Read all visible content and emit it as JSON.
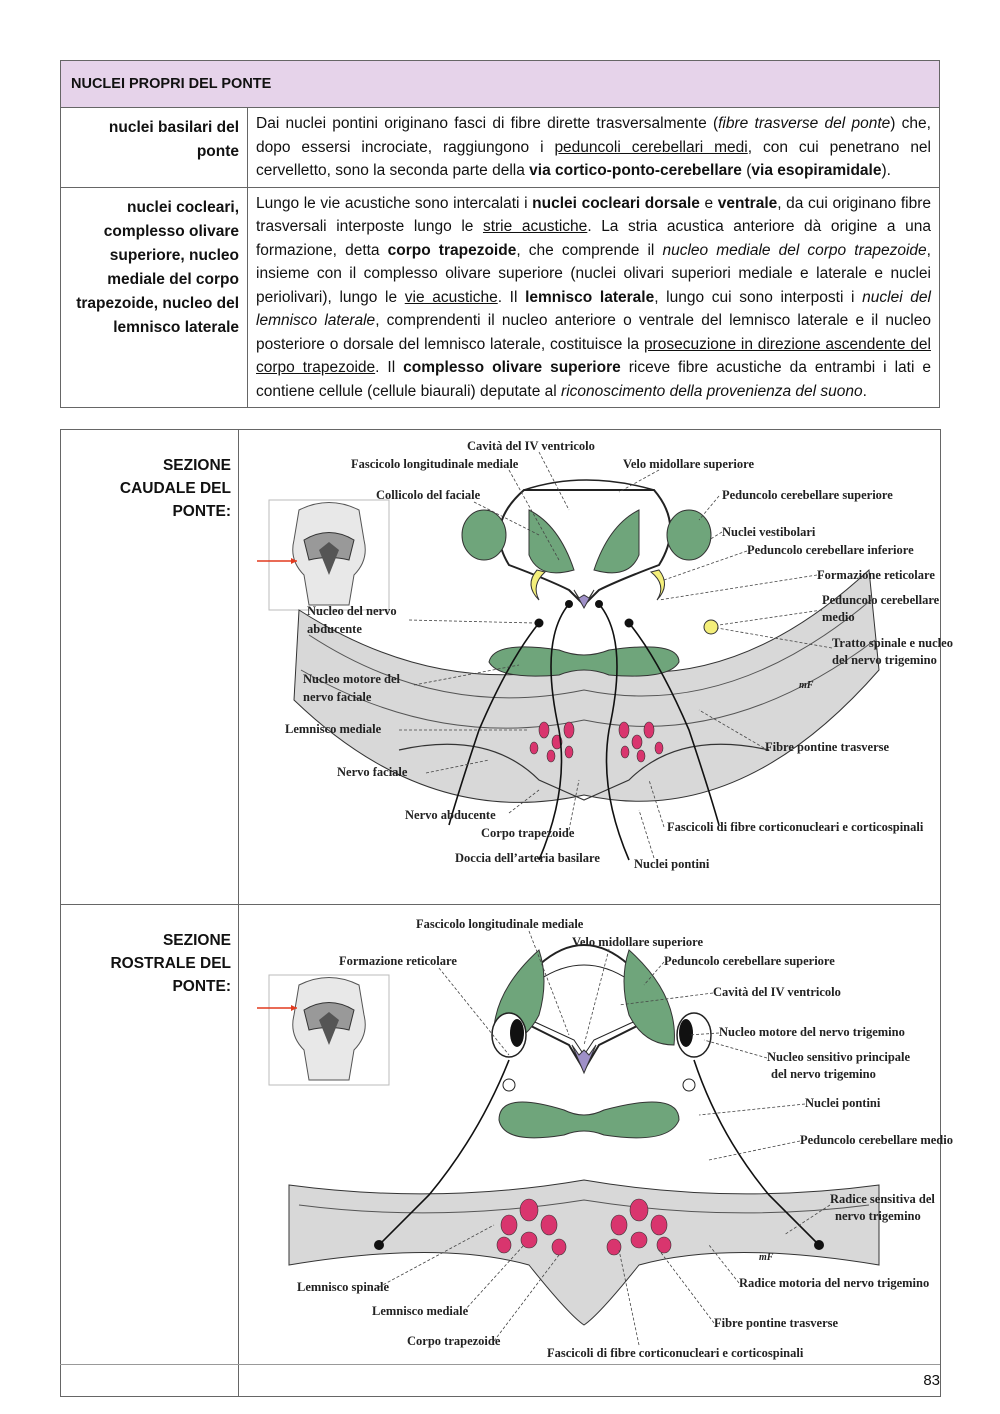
{
  "table": {
    "header": "NUCLEI PROPRI DEL PONTE",
    "rows": [
      {
        "label": "nuclei basilari del ponte",
        "text": [
          {
            "t": "Dai nuclei pontini originano fasci di fibre dirette trasversalmente ("
          },
          {
            "t": "fibre trasverse del ponte",
            "s": "i"
          },
          {
            "t": ") che, dopo essersi incrociate, raggiungono i "
          },
          {
            "t": "peduncoli cerebellari medi",
            "s": "u"
          },
          {
            "t": ", con cui penetrano nel cervelletto, sono la seconda parte della "
          },
          {
            "t": "via cortico-ponto-cerebellare",
            "s": "b"
          },
          {
            "t": " ("
          },
          {
            "t": "via esopiramidale",
            "s": "b"
          },
          {
            "t": ")."
          }
        ]
      },
      {
        "label": "nuclei cocleari, complesso olivare superiore, nucleo mediale del corpo trapezoide, nucleo del lemnisco laterale",
        "text": [
          {
            "t": "Lungo le vie acustiche sono intercalati i "
          },
          {
            "t": "nuclei cocleari dorsale",
            "s": "b"
          },
          {
            "t": " e "
          },
          {
            "t": "ventrale",
            "s": "b"
          },
          {
            "t": ", da cui originano fibre trasversali interposte lungo le "
          },
          {
            "t": "strie acustiche",
            "s": "u"
          },
          {
            "t": ". La stria acustica anteriore dà origine a una formazione, detta "
          },
          {
            "t": "corpo trapezoide",
            "s": "b"
          },
          {
            "t": ", che comprende il "
          },
          {
            "t": "nucleo mediale del corpo trapezoide",
            "s": "i"
          },
          {
            "t": ", insieme con il complesso olivare superiore (nuclei olivari superiori mediale e laterale e nuclei periolivari), lungo le "
          },
          {
            "t": "vie acustiche",
            "s": "u"
          },
          {
            "t": ". Il "
          },
          {
            "t": "lemnisco laterale",
            "s": "b"
          },
          {
            "t": ", lungo cui sono interposti i "
          },
          {
            "t": "nuclei del lemnisco laterale",
            "s": "i"
          },
          {
            "t": ", comprendenti il nucleo anteriore o ventrale del lemnisco laterale e il nucleo posteriore o dorsale del lemnisco laterale, costituisce la "
          },
          {
            "t": "prosecuzione in direzione ascendente del corpo trapezoide",
            "s": "u"
          },
          {
            "t": ". Il "
          },
          {
            "t": "complesso olivare superiore",
            "s": "b"
          },
          {
            "t": " riceve fibre acustiche da entrambi i lati e contiene cellule (cellule biaurali) deputate al "
          },
          {
            "t": "riconoscimento della provenienza del suono",
            "s": "i"
          },
          {
            "t": "."
          }
        ]
      }
    ]
  },
  "figures": {
    "caudal": {
      "title": "SEZIONE CAUDALE DEL PONTE:",
      "labels": {
        "cavita": "Cavità del IV ventricolo",
        "flm": "Fascicolo longitudinale mediale",
        "velo": "Velo midollare superiore",
        "collicolo": "Collicolo del faciale",
        "ped_sup": "Peduncolo cerebellare superiore",
        "vestibolari": "Nuclei vestibolari",
        "ped_inf": "Peduncolo cerebellare inferiore",
        "reticolare": "Formazione reticolare",
        "ped_medio_1": "Peduncolo cerebellare",
        "ped_medio_2": "medio",
        "abducente_n1": "Nucleo del nervo",
        "abducente_n2": "abducente",
        "trigemino_1": "Tratto spinale e nucleo",
        "trigemino_2": "del nervo trigemino",
        "motore_f1": "Nucleo motore del",
        "motore_f2": "nervo faciale",
        "lemnisco_med": "Lemnisco mediale",
        "fibre_trasv": "Fibre pontine trasverse",
        "nervo_faciale": "Nervo  faciale",
        "nervo_abducente": "Nervo  abducente",
        "corpo_trap": "Corpo trapezoide",
        "fascicoli": "Fascicoli di fibre corticonucleari e corticospinali",
        "doccia": "Doccia dell’arteria basilare",
        "pontini": "Nuclei pontini",
        "sig": "mF"
      }
    },
    "rostral": {
      "title": "SEZIONE ROSTRALE DEL PONTE:",
      "labels": {
        "flm": "Fascicolo longitudinale mediale",
        "velo": "Velo midollare superiore",
        "reticolare": "Formazione reticolare",
        "ped_sup": "Peduncolo cerebellare superiore",
        "cavita": "Cavità del IV ventricolo",
        "motore_trig": "Nucleo motore del nervo trigemino",
        "sensitivo_1": "Nucleo sensitivo principale",
        "sensitivo_2": "del nervo trigemino",
        "pontini": "Nuclei pontini",
        "ped_medio": "Peduncolo cerebellare medio",
        "radice_sens_1": "Radice sensitiva del",
        "radice_sens_2": "nervo trigemino",
        "lemnisco_spin": "Lemnisco spinale",
        "radice_mot": "Radice motoria del nervo trigemino",
        "lemnisco_med": "Lemnisco mediale",
        "fibre_trasv": "Fibre pontine trasverse",
        "corpo_trap": "Corpo trapezoide",
        "fascicoli": "Fascicoli di fibre corticonucleari e corticospinali",
        "sig": "mF"
      }
    }
  },
  "colors": {
    "header_bg": "#e6d3ea",
    "nucleus_green": "#6fa57b",
    "yellow": "#f4ef7a",
    "violet": "#9f90c8",
    "pink": "#d9356e",
    "arrow": "#e23a1f"
  },
  "page_number": "83"
}
